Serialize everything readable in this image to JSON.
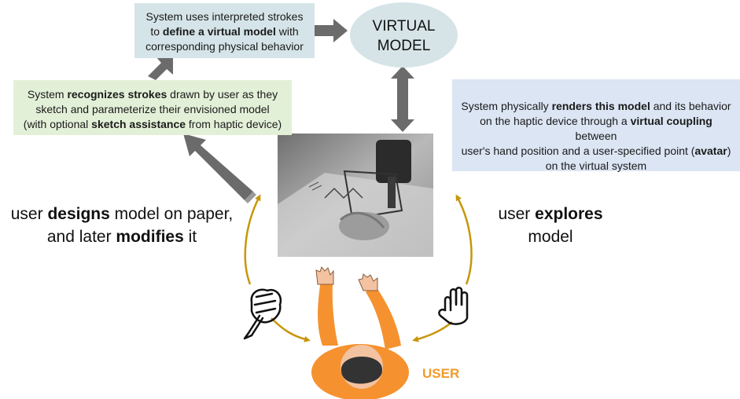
{
  "define_box": {
    "line1": "System uses interpreted strokes",
    "line2_pre": "to ",
    "line2_bold": "define a virtual model",
    "line2_post": " with",
    "line3": "corresponding physical behavior"
  },
  "virtual_model": {
    "line1": "VIRTUAL",
    "line2": "MODEL"
  },
  "recognize_box": {
    "l1_pre": "System ",
    "l1_bold": "recognizes strokes",
    "l1_post": " drawn by user as they",
    "l2": "sketch and parameterize their envisioned model",
    "l3_pre": "(with optional ",
    "l3_bold": "sketch assistance",
    "l3_post": " from haptic device)"
  },
  "render_box": {
    "l1_pre": "System physically ",
    "l1_bold": "renders this model",
    "l1_post": " and its behavior",
    "l2_pre": "on the haptic device through a ",
    "l2_bold": "virtual coupling",
    "l2_post": " between",
    "l3": "user's hand position and a user-specified point (",
    "l3_bold": "avatar",
    "l3_post": ")",
    "l4": "on the virtual system"
  },
  "designs_text": {
    "l1_pre": "user ",
    "l1_bold": "designs",
    "l1_post": " model on paper,",
    "l2_pre": "and later ",
    "l2_bold": "modifies",
    "l2_post": " it"
  },
  "explores_text": {
    "l1_pre": "user ",
    "l1_bold": "explores",
    "l2": "model"
  },
  "user_label": "USER",
  "colors": {
    "arrow_gray": "#6b6b6b",
    "arrow_gold": "#c8960c",
    "user_orange": "#f5922f",
    "user_dark": "#333333",
    "skin": "#f3c2a1"
  },
  "icons": [
    "hand-with-pen-icon",
    "open-hand-icon",
    "user-figure-icon"
  ]
}
